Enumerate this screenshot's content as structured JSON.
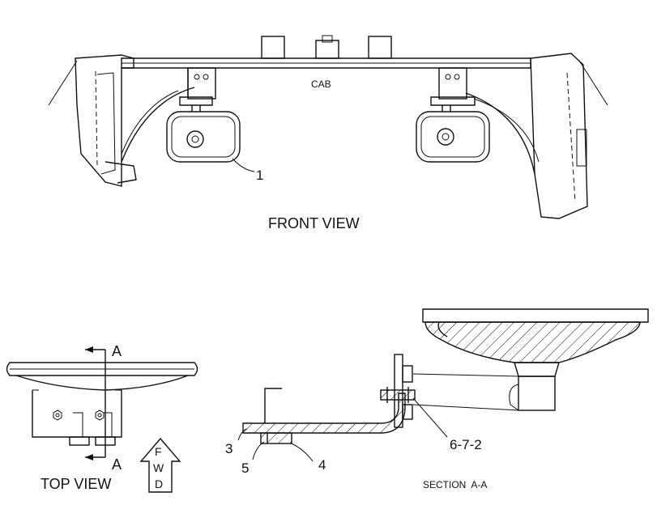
{
  "labels": {
    "cab": "CAB",
    "front_view": "FRONT VIEW",
    "top_view": "TOP VIEW",
    "section": "SECTION  A-A",
    "section_marker_top": "A",
    "section_marker_bottom": "A",
    "fwd": [
      "F",
      "W",
      "D"
    ]
  },
  "callouts": {
    "c1": "1",
    "c3": "3",
    "c4": "4",
    "c5": "5",
    "c672": "6-7-2"
  },
  "colors": {
    "line": "#111111",
    "background": "#ffffff"
  }
}
